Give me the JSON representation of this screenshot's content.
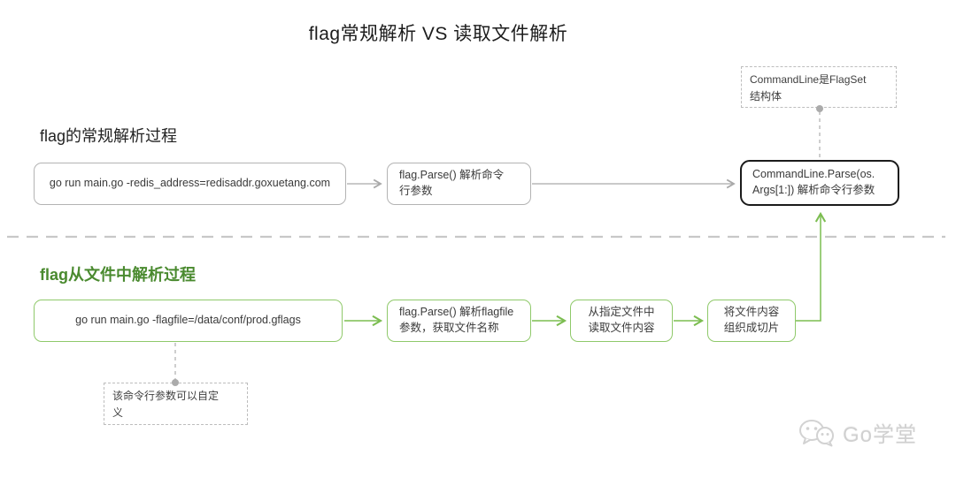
{
  "title": "flag常规解析 VS 读取文件解析",
  "sections": {
    "normal": {
      "heading": "flag的常规解析过程",
      "nodes": {
        "cmd": "go run main.go -redis_address=redisaddr.goxuetang.com",
        "parse": "flag.Parse() 解析命令\n行参数",
        "commandline": "CommandLine.Parse(os.\nArgs[1:]) 解析命令行参数"
      }
    },
    "file": {
      "heading": "flag从文件中解析过程",
      "nodes": {
        "cmd": "go run main.go -flagfile=/data/conf/prod.gflags",
        "parse": "flag.Parse() 解析flagfile\n参数，获取文件名称",
        "read": "从指定文件中\n读取文件内容",
        "slice": "将文件内容\n组织成切片"
      }
    }
  },
  "notes": {
    "flagset": "CommandLine是FlagSet\n结构体",
    "custom": "该命令行参数可以自定\n义"
  },
  "watermark": {
    "label": "Go学堂",
    "icon": "wechat-icon"
  },
  "colors": {
    "green_accent": "#8fc96a",
    "green_heading": "#4a8a2f",
    "green_arrow": "#7cbd51",
    "gray_arrow": "#a9a9a9",
    "black_border": "#1b1b1b",
    "dashed_gray": "#bdbdbd",
    "watermark_gray": "#d0d0d0"
  }
}
